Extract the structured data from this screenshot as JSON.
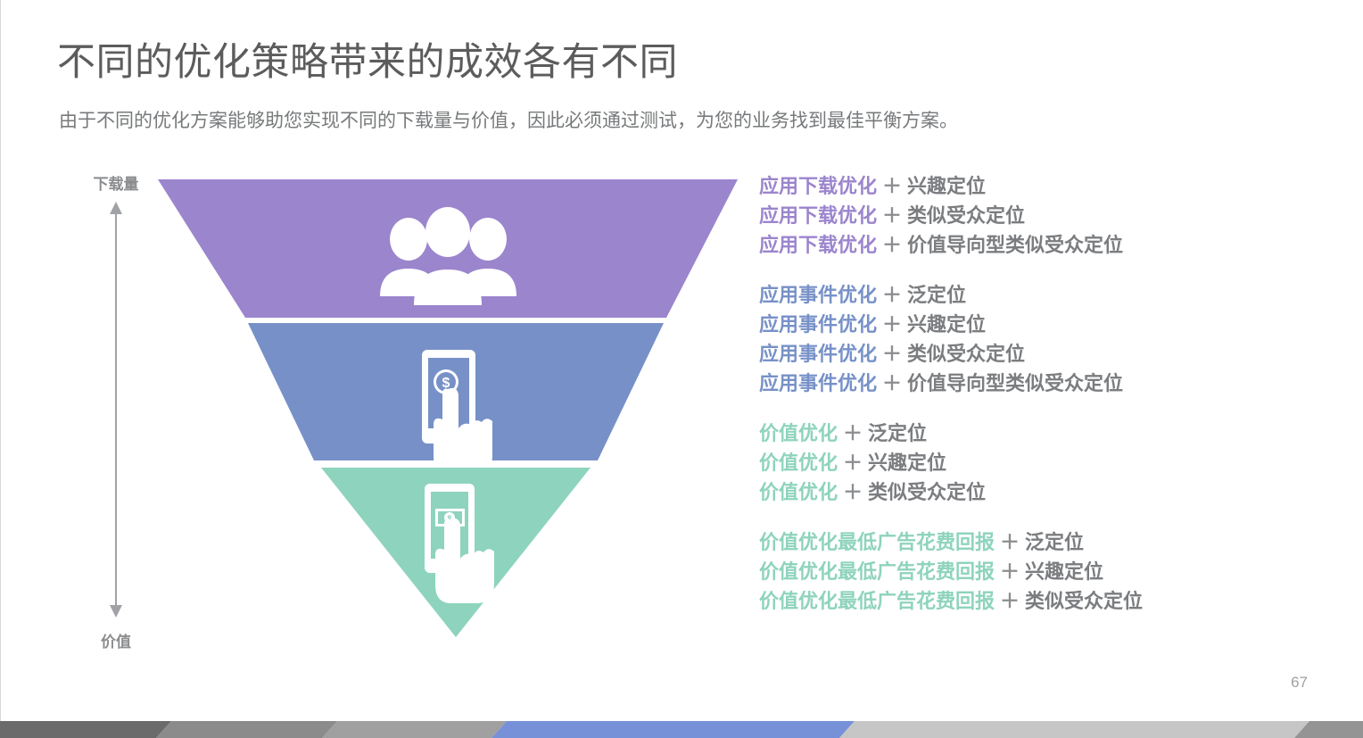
{
  "slide": {
    "title": "不同的优化策略带来的成效各有不同",
    "subtitle": "由于不同的优化方案能够助您实现不同的下载量与价值，因此必须通过测试，为您的业务找到最佳平衡方案。",
    "page_number": "67"
  },
  "axis": {
    "top_label": "下载量",
    "bottom_label": "价值",
    "arrow_icon": "double-arrow-vertical-icon",
    "color": "#9a9c9f"
  },
  "funnel": {
    "segments": [
      {
        "name": "app-installs",
        "color": "#9b85cd",
        "icon": "group-of-people-icon"
      },
      {
        "name": "app-events",
        "color": "#7791c8",
        "icon": "phone-with-coin-tap-icon"
      },
      {
        "name": "value",
        "color": "#8ed3bd",
        "icon": "phone-with-banknote-tap-icon"
      }
    ]
  },
  "combinations": {
    "plus": "＋",
    "groups": [
      {
        "name": "app-install-optimization",
        "color": "#9b85cd",
        "rows": [
          {
            "optimization": "应用下载优化",
            "targeting": "兴趣定位"
          },
          {
            "optimization": "应用下载优化",
            "targeting": "类似受众定位"
          },
          {
            "optimization": "应用下载优化",
            "targeting": "价值导向型类似受众定位"
          }
        ]
      },
      {
        "name": "app-event-optimization",
        "color": "#7791c8",
        "rows": [
          {
            "optimization": "应用事件优化",
            "targeting": "泛定位"
          },
          {
            "optimization": "应用事件优化",
            "targeting": "兴趣定位"
          },
          {
            "optimization": "应用事件优化",
            "targeting": "类似受众定位"
          },
          {
            "optimization": "应用事件优化",
            "targeting": "价值导向型类似受众定位"
          }
        ]
      },
      {
        "name": "value-optimization",
        "color": "#8ed3bd",
        "rows": [
          {
            "optimization": "价值优化",
            "targeting": "泛定位"
          },
          {
            "optimization": "价值优化",
            "targeting": "兴趣定位"
          },
          {
            "optimization": "价值优化",
            "targeting": "类似受众定位"
          }
        ]
      },
      {
        "name": "value-optimization-min-roas",
        "color": "#8ed3bd",
        "rows": [
          {
            "optimization": "价值优化最低广告花费回报",
            "targeting": "泛定位"
          },
          {
            "optimization": "价值优化最低广告花费回报",
            "targeting": "兴趣定位"
          },
          {
            "optimization": "价值优化最低广告花费回报",
            "targeting": "类似受众定位"
          }
        ]
      }
    ]
  },
  "footer": {
    "segments": [
      {
        "name": "footer-segment-1",
        "color": "#6b6b6b"
      },
      {
        "name": "footer-segment-2",
        "color": "#8b8b8b"
      },
      {
        "name": "footer-segment-3",
        "color": "#a0a0a0"
      },
      {
        "name": "footer-segment-4",
        "color": "#7791d8"
      },
      {
        "name": "footer-segment-5",
        "color": "#c6c6c6"
      },
      {
        "name": "footer-segment-6",
        "color": "#949494"
      }
    ]
  }
}
